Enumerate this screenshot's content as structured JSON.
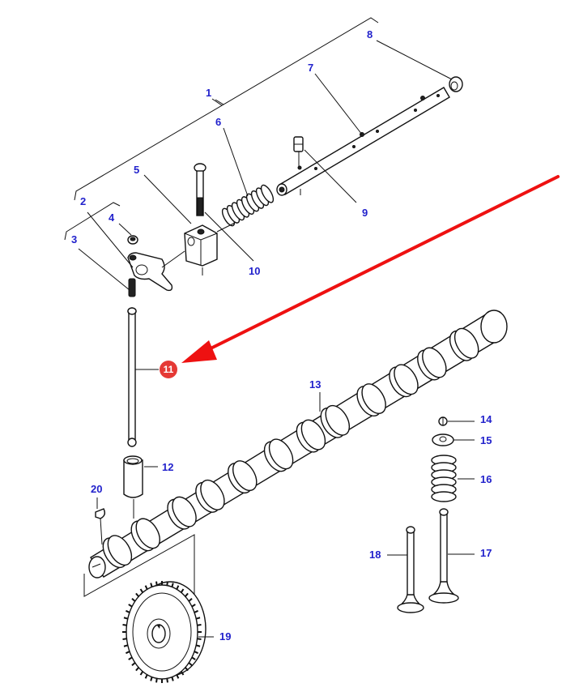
{
  "diagram": {
    "title": "Camshaft and valve train exploded parts diagram",
    "label_color": "#2222cc",
    "highlight_color": "#e53935",
    "arrow_color": "#ee1111",
    "highlighted_part": "11",
    "callouts": [
      {
        "id": "1",
        "text": "1",
        "part": "rocker shaft assembly (bracket)"
      },
      {
        "id": "2",
        "text": "2",
        "part": "rocker arm assembly (bracket)"
      },
      {
        "id": "3",
        "text": "3",
        "part": "adjusting screw"
      },
      {
        "id": "4",
        "text": "4",
        "part": "lock nut"
      },
      {
        "id": "5",
        "text": "5",
        "part": "rocker shaft support bracket"
      },
      {
        "id": "6",
        "text": "6",
        "part": "rocker spring"
      },
      {
        "id": "7",
        "text": "7",
        "part": "rocker shaft"
      },
      {
        "id": "8",
        "text": "8",
        "part": "end plug"
      },
      {
        "id": "9",
        "text": "9",
        "part": "oil feed fitting"
      },
      {
        "id": "10",
        "text": "10",
        "part": "bracket bolt"
      },
      {
        "id": "11",
        "text": "11",
        "part": "push rod"
      },
      {
        "id": "12",
        "text": "12",
        "part": "tappet"
      },
      {
        "id": "13",
        "text": "13",
        "part": "camshaft"
      },
      {
        "id": "14",
        "text": "14",
        "part": "valve collets"
      },
      {
        "id": "15",
        "text": "15",
        "part": "spring cap"
      },
      {
        "id": "16",
        "text": "16",
        "part": "valve spring"
      },
      {
        "id": "17",
        "text": "17",
        "part": "exhaust valve"
      },
      {
        "id": "18",
        "text": "18",
        "part": "inlet valve"
      },
      {
        "id": "19",
        "text": "19",
        "part": "camshaft gear"
      },
      {
        "id": "20",
        "text": "20",
        "part": "woodruff key"
      }
    ]
  }
}
